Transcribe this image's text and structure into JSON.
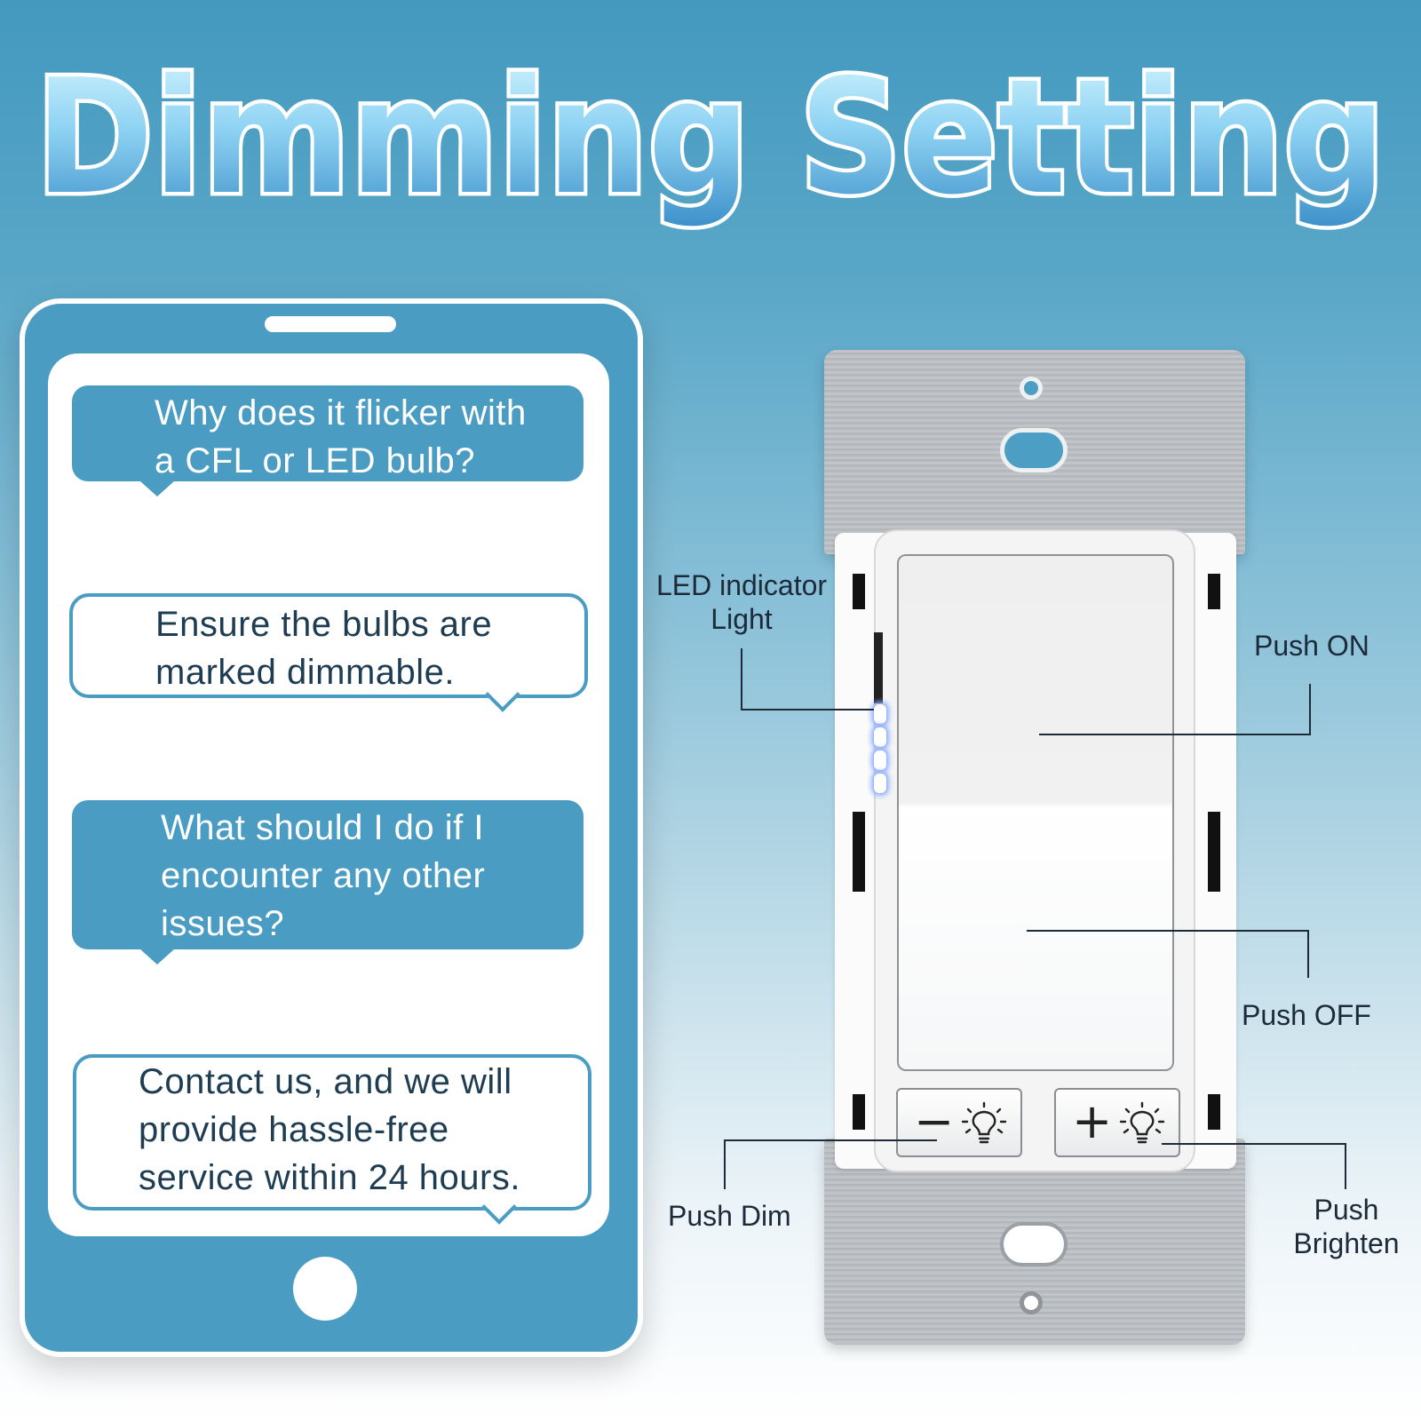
{
  "title": "Dimming Setting",
  "colors": {
    "accent_blue": "#4a9cc2",
    "title_fill_top": "#c9f0ff",
    "title_fill_bottom": "#3f9ad0",
    "text_dark": "#1c2a3a"
  },
  "chat": {
    "messages": [
      {
        "type": "question",
        "lines": [
          "Why does it flicker with",
          "a CFL or LED bulb?"
        ]
      },
      {
        "type": "answer",
        "lines": [
          "Ensure the bulbs are",
          "marked dimmable."
        ]
      },
      {
        "type": "question",
        "lines": [
          "What should I do if I",
          "encounter any other",
          "issues?"
        ]
      },
      {
        "type": "answer",
        "lines": [
          "Contact us, and we will",
          "provide hassle-free",
          "service within 24 hours."
        ]
      }
    ]
  },
  "switch": {
    "labels": {
      "led_indicator_line1": "LED indicator",
      "led_indicator_line2": "Light",
      "push_on": "Push ON",
      "push_off": "Push OFF",
      "push_dim": "Push Dim",
      "push_brighten_line1": "Push",
      "push_brighten_line2": "Brighten"
    },
    "buttons": {
      "dim_symbol": "−",
      "brighten_symbol": "+"
    },
    "icons": [
      "lightbulb-icon",
      "minus-icon",
      "plus-icon"
    ]
  }
}
